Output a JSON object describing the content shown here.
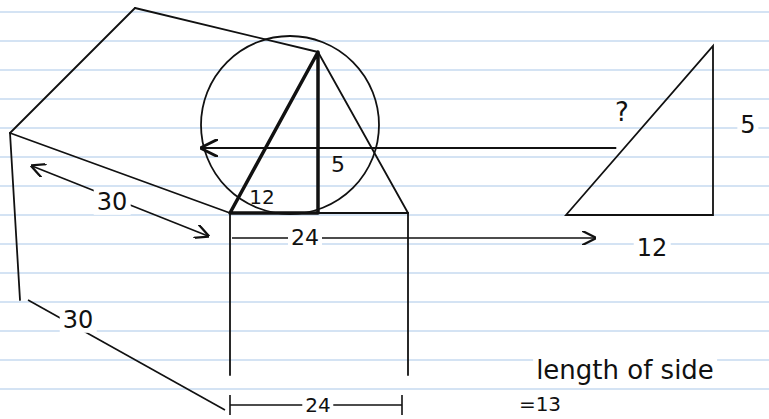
{
  "diagram": {
    "nodes": [
      {
        "text": [
          "12",
          "5"
        ]
      },
      {
        "text": [
          "?"
        ]
      }
    ],
    "edges": [
      {
        "from": 1,
        "to": 0,
        "arrow": "to"
      }
    ],
    "labels": [
      "30",
      "24",
      "30",
      "24",
      "5",
      "12",
      "length of side",
      "=13"
    ]
  }
}
